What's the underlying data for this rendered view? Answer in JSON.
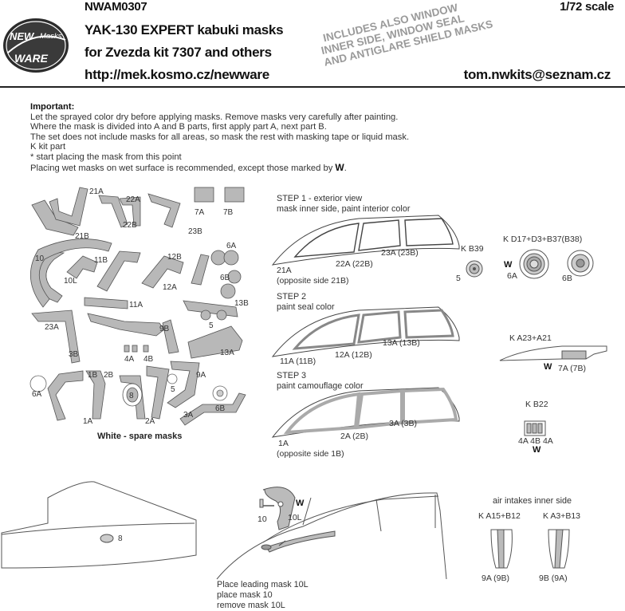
{
  "header": {
    "code": "NWAM0307",
    "scale": "1/72 scale",
    "title_line1": "YAK-130 EXPERT kabuki masks",
    "title_line2": "for Zvezda kit 7307 and others",
    "url": "http://mek.kosmo.cz/newware",
    "email": "tom.nwkits@seznam.cz",
    "logo_top": "NEW",
    "logo_mid": "Masks",
    "logo_bottom": "WARE",
    "notice": [
      "INCLUDES ALSO WINDOW",
      "INNER SIDE, WINDOW SEAL",
      "AND ANTIGLARE SHIELD  MASKS"
    ]
  },
  "instructions": {
    "heading": "Important:",
    "lines": [
      "Let the sprayed color dry before applying masks. Remove masks very carefully after painting.",
      "Where the mask is divided into A and B parts, first apply part A, next part B.",
      "The set does not include masks for all areas, so mask the rest with masking tape or liquid mask.",
      "K kit part",
      "*  start placing the mask from this point",
      "Placing wet masks on wet surface is recommended, except those marked by"
    ],
    "wet_mark": "W"
  },
  "sheet": {
    "labels": [
      "21A",
      "22A",
      "7A",
      "7B",
      "21B",
      "22B",
      "23B",
      "6A",
      "10",
      "11B",
      "12B",
      "10L",
      "6B",
      "11A",
      "12A",
      "13B",
      "23A",
      "9B",
      "5",
      "3B",
      "4A",
      "4B",
      "13A",
      "1B",
      "2B",
      "9A",
      "6A",
      "8",
      "5",
      "6B",
      "1A",
      "2A",
      "3A"
    ],
    "spare_label": "White - spare masks"
  },
  "steps": [
    {
      "title": "STEP 1 - exterior view",
      "subtitle": "mask inner side, paint interior color",
      "parts": [
        "21A",
        "22A (22B)",
        "23A (23B)"
      ],
      "note": "(opposite side 21B)"
    },
    {
      "title": "STEP 2",
      "subtitle": "paint seal color",
      "parts": [
        "11A (11B)",
        "12A (12B)",
        "13A (13B)"
      ],
      "note": ""
    },
    {
      "title": "STEP 3",
      "subtitle": "paint camouflage color",
      "parts": [
        "1A",
        "2A (2B)",
        "3A (3B)"
      ],
      "note": "(opposite side 1B)"
    }
  ],
  "wheels": {
    "k1": "K B39",
    "k1_part": "5",
    "k2": "K D17+D3+B37(B38)",
    "k2_parts": [
      "6A",
      "6B"
    ],
    "w": "W"
  },
  "antenna": {
    "k": "K A23+A21",
    "part": "7A (7B)",
    "w": "W"
  },
  "b22": {
    "k": "K B22",
    "parts": "4A 4B 4A",
    "w": "W"
  },
  "tail": {
    "part": "8"
  },
  "canopy_bottom": {
    "parts": [
      "10",
      "10L"
    ],
    "w": "W",
    "notes": [
      "Place leading mask 10L",
      "place mask 10",
      "remove mask 10L"
    ]
  },
  "intakes": {
    "title": "air intakes inner side",
    "k1": "K A15+B12",
    "k2": "K A3+B13",
    "p1": "9A (9B)",
    "p2": "9B (9A)"
  }
}
